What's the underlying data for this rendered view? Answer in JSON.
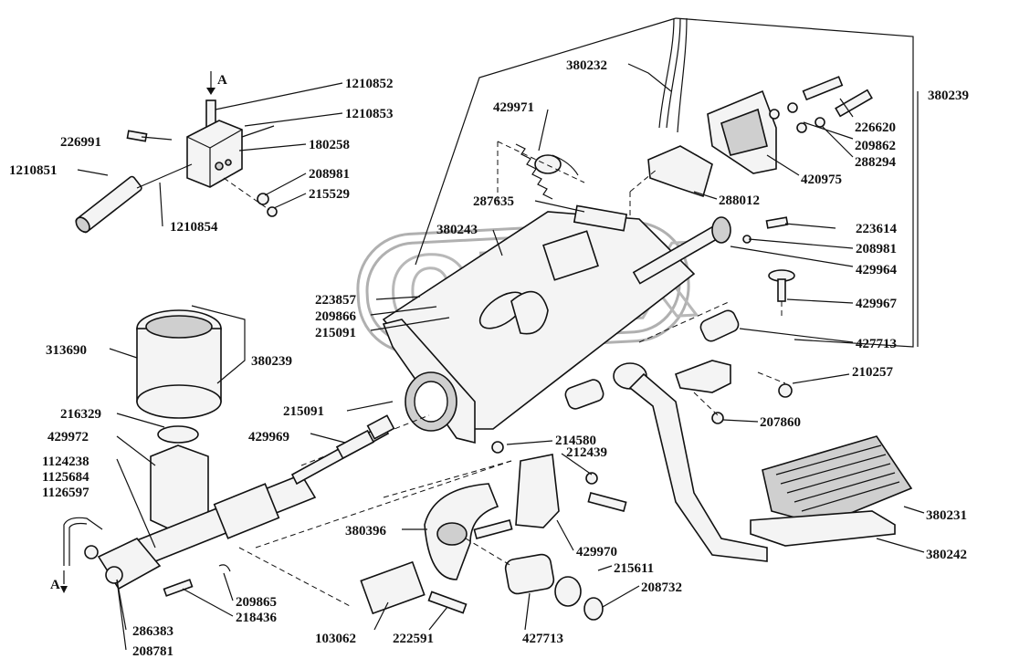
{
  "watermark": "OREX",
  "view_marker": "A",
  "labels": {
    "l1210852": "1210852",
    "l1210853": "1210853",
    "l226991": "226991",
    "l180258": "180258",
    "l1210851": "1210851",
    "l208981a": "208981",
    "l215529": "215529",
    "l1210854": "1210854",
    "l380232": "380232",
    "l429971": "429971",
    "l380239a": "380239",
    "l226620": "226620",
    "l209862": "209862",
    "l288294": "288294",
    "l420975": "420975",
    "l287635": "287635",
    "l288012": "288012",
    "l380243": "380243",
    "l223614": "223614",
    "l208981b": "208981",
    "l429964": "429964",
    "l223857": "223857",
    "l209866": "209866",
    "l215091a": "215091",
    "l429967": "429967",
    "l313690": "313690",
    "l380239b": "380239",
    "l427713a": "427713",
    "l210257": "210257",
    "l215091b": "215091",
    "l216329": "216329",
    "l429969": "429969",
    "l207860": "207860",
    "l429972": "429972",
    "l214580": "214580",
    "l212439": "212439",
    "l1124238": "1124238",
    "l1125684": "1125684",
    "l1126597": "1126597",
    "l380231": "380231",
    "l380396": "380396",
    "l429970": "429970",
    "l380242": "380242",
    "l215611": "215611",
    "l208732": "208732",
    "l209865": "209865",
    "l218436": "218436",
    "l286383": "286383",
    "l103062": "103062",
    "l222591": "222591",
    "l427713b": "427713",
    "l208781": "208781"
  }
}
